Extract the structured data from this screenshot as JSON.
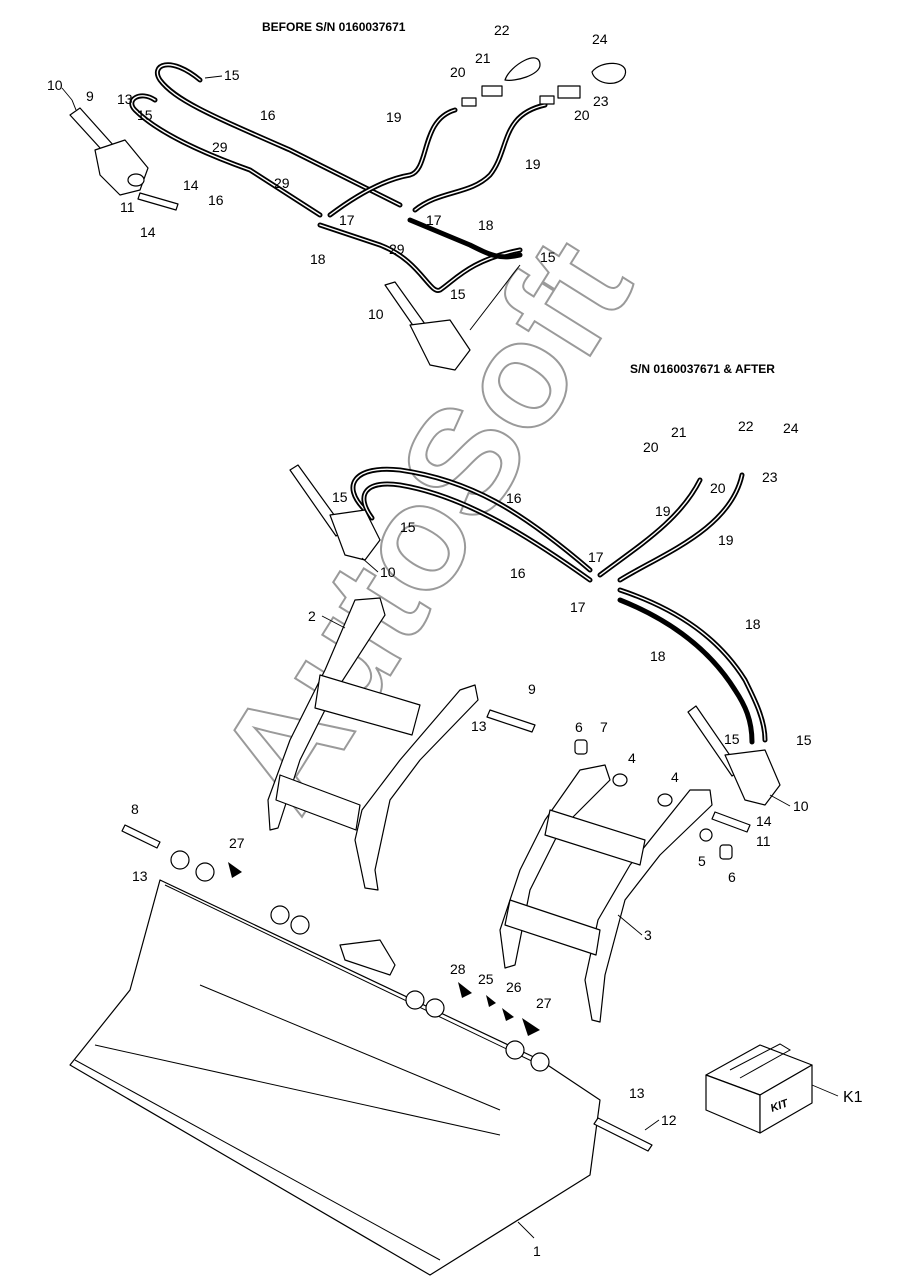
{
  "headers": {
    "before": "BEFORE S/N 0160037671",
    "after": "S/N 0160037671 & AFTER"
  },
  "watermark": "AutoSoft",
  "kit": {
    "box_text": "KIT",
    "label": "K1"
  },
  "callouts_top": [
    "10",
    "9",
    "13",
    "15",
    "15",
    "16",
    "29",
    "16",
    "14",
    "11",
    "14",
    "29",
    "17",
    "17",
    "18",
    "18",
    "29",
    "15",
    "15",
    "10",
    "19",
    "19",
    "20",
    "21",
    "22",
    "24",
    "23",
    "20"
  ],
  "callouts_bottom": [
    "20",
    "21",
    "22",
    "24",
    "23",
    "20",
    "15",
    "15",
    "10",
    "16",
    "16",
    "19",
    "19",
    "17",
    "17",
    "18",
    "18",
    "2",
    "9",
    "13",
    "6",
    "7",
    "4",
    "4",
    "15",
    "15",
    "10",
    "14",
    "11",
    "5",
    "6",
    "3",
    "8",
    "13",
    "27",
    "28",
    "25",
    "26",
    "27",
    "13",
    "12",
    "1"
  ]
}
